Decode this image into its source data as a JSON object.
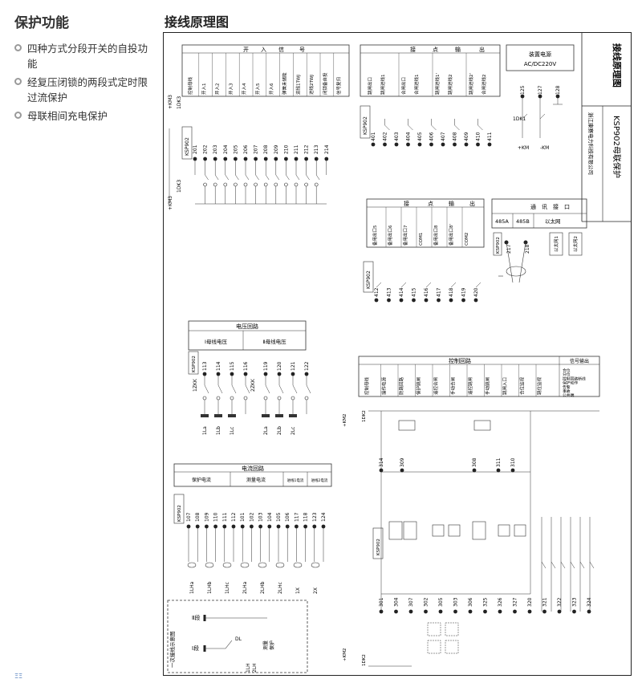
{
  "left_panel": {
    "title": "保护功能",
    "features": [
      "四种方式分段开关的自投功能",
      "经复压闭锁的两段式定时限过流保护",
      "母联相间充电保护"
    ]
  },
  "diagram": {
    "title": "接线原理图",
    "company": "浙江康赛电力科技有限公司",
    "product_title": "KSP902母联保护",
    "product_label": "接线原理图",
    "relay_id": "KSP902",
    "relay_prefix": "1X",
    "switch_in": {
      "header_1": "开",
      "header_2": "入",
      "header_3": "信",
      "header_4": "号",
      "labels": [
        "控制母线",
        "开入1",
        "开入2",
        "开入3",
        "开入4",
        "开入5",
        "开入6",
        "弹簧未储能",
        "进线1TWJ",
        "进线2TWJ",
        "闭锁备自投",
        "信号复归"
      ],
      "terminals": [
        "201",
        "202",
        "203",
        "204",
        "205",
        "206",
        "207",
        "208",
        "209",
        "210",
        "211",
        "212",
        "213",
        "214"
      ],
      "km_label": "+KM3",
      "dk_label": "1DK3"
    },
    "power": {
      "labels": [
        "装置电源",
        "AC/DC220V"
      ],
      "terminals": [
        "125",
        "127",
        "128"
      ],
      "dk": "1DK1",
      "pos": "+KM",
      "neg": "-KM"
    },
    "contact_out_1": {
      "headers": [
        "接",
        "点",
        "输",
        "出"
      ],
      "labels": [
        "跳闸进线1",
        "合闸进线1",
        "跳闸进线2",
        "合闸进线2"
      ],
      "labels_top": [
        "跳闸出口",
        "合闸出口",
        "跳闸进线1'",
        "跳闸进线2'"
      ],
      "terminals": [
        "401",
        "402",
        "403",
        "404",
        "405",
        "406",
        "407",
        "408",
        "409",
        "410",
        "411"
      ]
    },
    "contact_out_2": {
      "headers": [
        "接",
        "点",
        "输",
        "出"
      ],
      "labels": [
        "备用出口5",
        "备用出口6",
        "备用出口7",
        "COM1",
        "备用出口8",
        "备用出口8'",
        "COM2"
      ],
      "terminals": [
        "412",
        "413",
        "414",
        "415",
        "416",
        "417",
        "418",
        "419",
        "420"
      ]
    },
    "comm": {
      "headers": [
        "通",
        "讯",
        "接",
        "口"
      ],
      "port_a": "485A",
      "port_b": "485B",
      "eth": "以太网",
      "terminals": [
        "217",
        "218"
      ],
      "eth1": "以太网1",
      "eth2": "以太网2"
    },
    "voltage": {
      "header": "电压回路",
      "bus1": "Ⅰ母线电压",
      "bus2": "Ⅱ母线电压",
      "terminals": [
        "113",
        "114",
        "115",
        "116",
        "119",
        "120",
        "121",
        "122"
      ],
      "zkk1": "1ZKK",
      "zkk2": "2ZKK",
      "phases1": [
        "1La",
        "1Lb",
        "1Lc"
      ],
      "phases2": [
        "2La",
        "2Lb",
        "2Lc"
      ]
    },
    "current": {
      "header": "电流回路",
      "prot": "保护电流",
      "meas": "测量电流",
      "in1": "进线1电流",
      "in2": "进线2电流",
      "terminals": [
        "107",
        "108",
        "109",
        "110",
        "111",
        "112",
        "101",
        "102",
        "103",
        "104",
        "105",
        "106",
        "117",
        "118",
        "123",
        "124"
      ],
      "cts": [
        "1LHa",
        "1LHb",
        "1LHc",
        "2LHa",
        "2LHb",
        "2LHc",
        "1X",
        "2X"
      ]
    },
    "control": {
      "header": "控制回路",
      "signal_header": "信号输出",
      "labels": [
        "控制母线",
        "操作电源",
        "防跳回路",
        "保护跳闸",
        "遥控合闸",
        "手动合闸",
        "遥控跳闸",
        "手动跳闸",
        "跳闸入口",
        "合位监视",
        "跳位监视"
      ],
      "signals": [
        "合位",
        "分位",
        "控制回路断线",
        "保护动作",
        "告警",
        "事故",
        "公共端"
      ],
      "terminals_top": [
        "314",
        "309",
        "308",
        "311",
        "310"
      ],
      "terminals_bottom": [
        "301",
        "304",
        "307",
        "302",
        "305",
        "303",
        "306",
        "325",
        "326",
        "327",
        "320",
        "321",
        "322",
        "323",
        "324"
      ],
      "km_top": "+KM2",
      "km_bottom": "+KM2",
      "dk": "1DK2"
    },
    "single_line": {
      "title": "一次接线示意图",
      "bus1": "Ⅰ段",
      "bus2": "Ⅱ段",
      "breaker": "DL",
      "ct1": "1LH",
      "ct2": "2LH",
      "meas": "测量",
      "prot": "保护"
    }
  },
  "footer": "ΞΞ"
}
